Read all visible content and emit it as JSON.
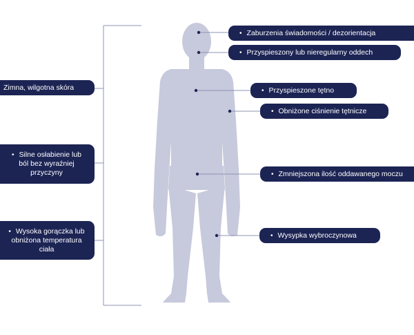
{
  "colors": {
    "figure": "#c7c9dc",
    "label_bg": "#1c2454",
    "label_text": "#ffffff",
    "connector": "#8e93b0",
    "dot": "#1c2454"
  },
  "icons": {
    "bullet": "•",
    "figure": "human-silhouette-icon"
  },
  "right_labels": [
    {
      "text": "Zaburzenia świadomości / dezorientacja"
    },
    {
      "text": "Przyspieszony lub nieregularny oddech"
    },
    {
      "text": "Przyspieszone tętno"
    },
    {
      "text": "Obniżone ciśnienie tętnicze"
    },
    {
      "text": "Zmniejszona ilość oddawanego moczu"
    },
    {
      "text": "Wysypka wybroczynowa"
    }
  ],
  "left_labels": [
    {
      "text": "Zimna, wilgotna skóra"
    },
    {
      "text": "Silne osłabienie lub ból bez wyraźniej przyczyny"
    },
    {
      "text": "Wysoka gorączka lub obniżona temperatura ciała"
    }
  ]
}
